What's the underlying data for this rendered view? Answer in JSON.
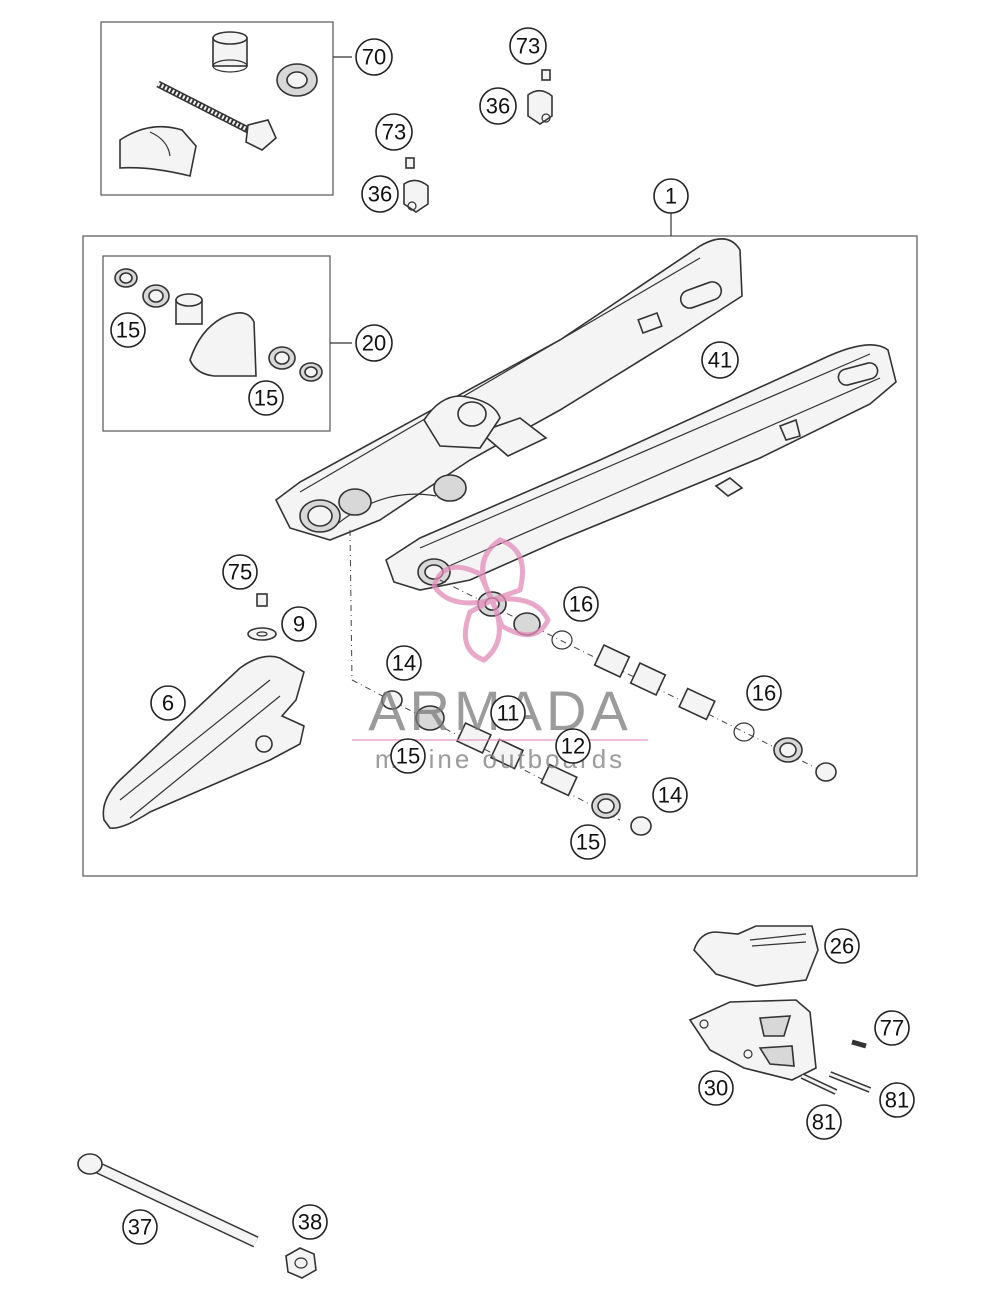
{
  "callouts": {
    "c1": "1",
    "c6": "6",
    "c9": "9",
    "c11": "11",
    "c12": "12",
    "c14a": "14",
    "c14b": "14",
    "c15a": "15",
    "c15b": "15",
    "c15c": "15",
    "c15d": "15",
    "c16a": "16",
    "c16b": "16",
    "c20": "20",
    "c26": "26",
    "c30": "30",
    "c36a": "36",
    "c36b": "36",
    "c37": "37",
    "c38": "38",
    "c41": "41",
    "c70": "70",
    "c73a": "73",
    "c73b": "73",
    "c75": "75",
    "c77": "77",
    "c81a": "81",
    "c81b": "81"
  },
  "watermark": {
    "brand": "ARMADA",
    "tagline": "marine outboards",
    "accent_color": "#e38cb8"
  },
  "colors": {
    "line": "#333333",
    "fill": "#f4f4f4"
  }
}
